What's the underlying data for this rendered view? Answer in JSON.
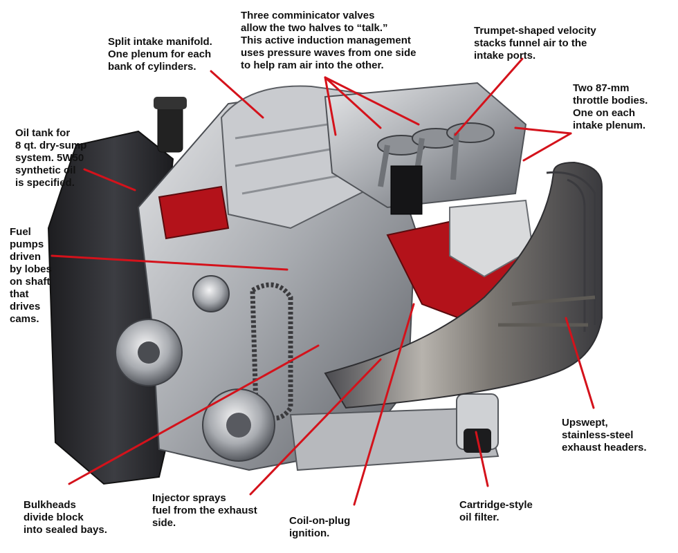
{
  "colors": {
    "leader": "#d4121b",
    "metal_dark": "#2b2b2e",
    "metal_mid": "#8a8d92",
    "metal_light": "#d7d9dc",
    "accent_red": "#b3121a",
    "label_text": "#111111"
  },
  "callouts": {
    "split_intake": {
      "lines": [
        "Split intake manifold.",
        "One plenum for each",
        "bank of cylinders."
      ]
    },
    "comm_valves": {
      "lines": [
        "Three comminicator valves",
        "allow the two halves to “talk.”",
        "This active induction management",
        "uses pressure waves from one side",
        "to help ram air into the other."
      ]
    },
    "velocity_stacks": {
      "lines": [
        "Trumpet-shaped velocity",
        "stacks funnel air to the",
        "intake ports."
      ]
    },
    "throttle_bodies": {
      "lines": [
        "Two 87-mm",
        "throttle bodies.",
        "One on each",
        "intake plenum."
      ]
    },
    "oil_tank": {
      "lines": [
        "Oil tank for",
        "8 qt. dry-sump",
        "system. 5W50",
        "synthetic oil",
        "is specified."
      ]
    },
    "fuel_pumps": {
      "lines": [
        "Fuel",
        "pumps",
        "driven",
        "by lobes",
        "on shaft",
        "that",
        "drives",
        "cams."
      ]
    },
    "exhaust_headers": {
      "lines": [
        "Upswept,",
        "stainless-steel",
        "exhaust headers."
      ]
    },
    "bulkheads": {
      "lines": [
        "Bulkheads",
        "divide block",
        "into sealed bays."
      ]
    },
    "injector": {
      "lines": [
        "Injector sprays",
        "fuel from the exhaust",
        "side."
      ]
    },
    "coil_on_plug": {
      "lines": [
        "Coil-on-plug",
        "ignition."
      ]
    },
    "oil_filter": {
      "lines": [
        "Cartridge-style",
        "oil filter."
      ]
    }
  }
}
